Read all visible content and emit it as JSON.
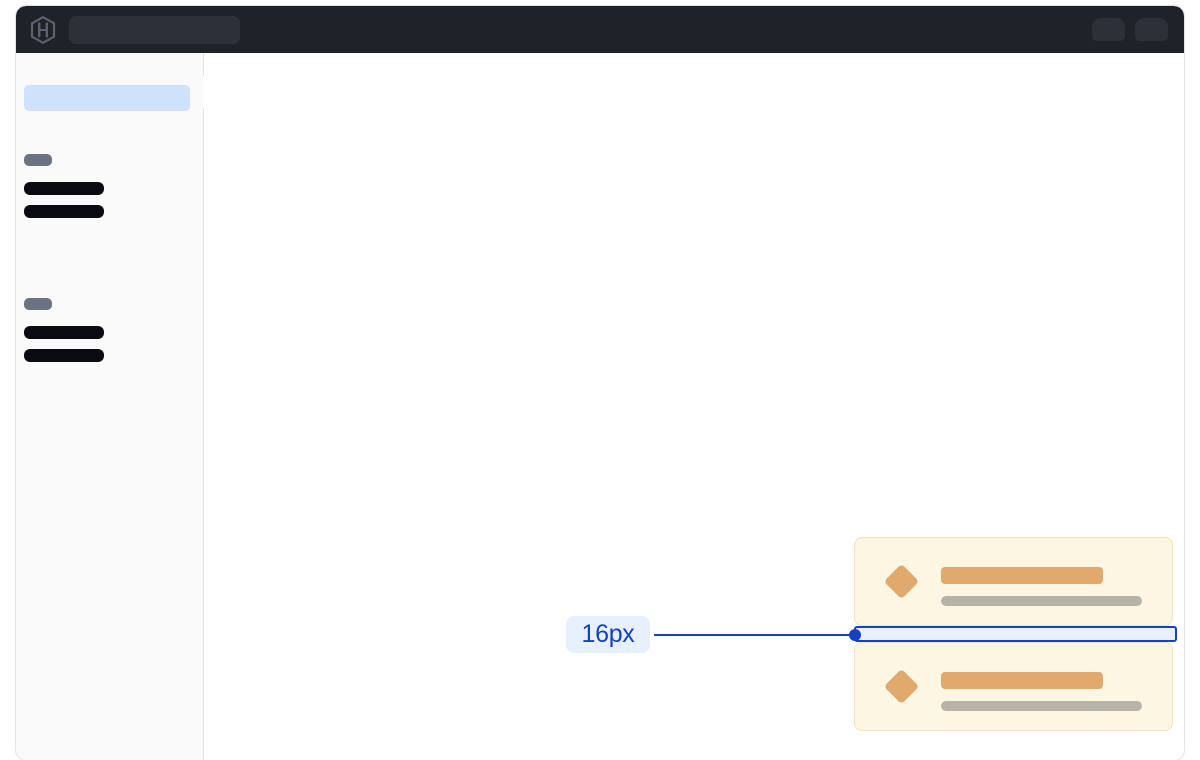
{
  "window": {
    "name": "design-inspector-window"
  },
  "header": {
    "logo_icon": "hashicorp-hexagon-logo-icon",
    "search": {
      "value": "",
      "placeholder": ""
    },
    "pills": [
      {
        "name": "header-pill-1",
        "label": ""
      },
      {
        "name": "header-pill-2",
        "label": ""
      }
    ]
  },
  "sidebar": {
    "active_item": {
      "label": "",
      "selected": true
    },
    "flyout_notch": {
      "label": ""
    },
    "groups": [
      {
        "label": "",
        "items": [
          {
            "label": ""
          },
          {
            "label": ""
          }
        ]
      },
      {
        "label": "",
        "items": [
          {
            "label": ""
          },
          {
            "label": ""
          }
        ]
      }
    ]
  },
  "main": {
    "cards": [
      {
        "icon": "diamond-icon",
        "title_placeholder": "",
        "subtitle_placeholder": ""
      },
      {
        "icon": "diamond-icon",
        "title_placeholder": "",
        "subtitle_placeholder": ""
      }
    ],
    "measurement": {
      "value_label": "16px",
      "property": "gap",
      "unit": "px",
      "amount": 16
    }
  },
  "colors": {
    "header_bg": "#1f2229",
    "header_field": "#2c3039",
    "sidebar_bg": "#fafafa",
    "sidebar_active": "#cfe2fb",
    "sidebar_item": "#0a0c10",
    "sidebar_group_label": "#6b7280",
    "canvas_bg": "#ffffff",
    "card_bg": "#fdf6e3",
    "card_border": "#f3e2bc",
    "card_accent": "#e0a96d",
    "card_muted": "#b6b4a9",
    "measure_accent": "#1340c4",
    "measure_fill": "#e9f0fd",
    "page_bg": "#ffffff"
  }
}
